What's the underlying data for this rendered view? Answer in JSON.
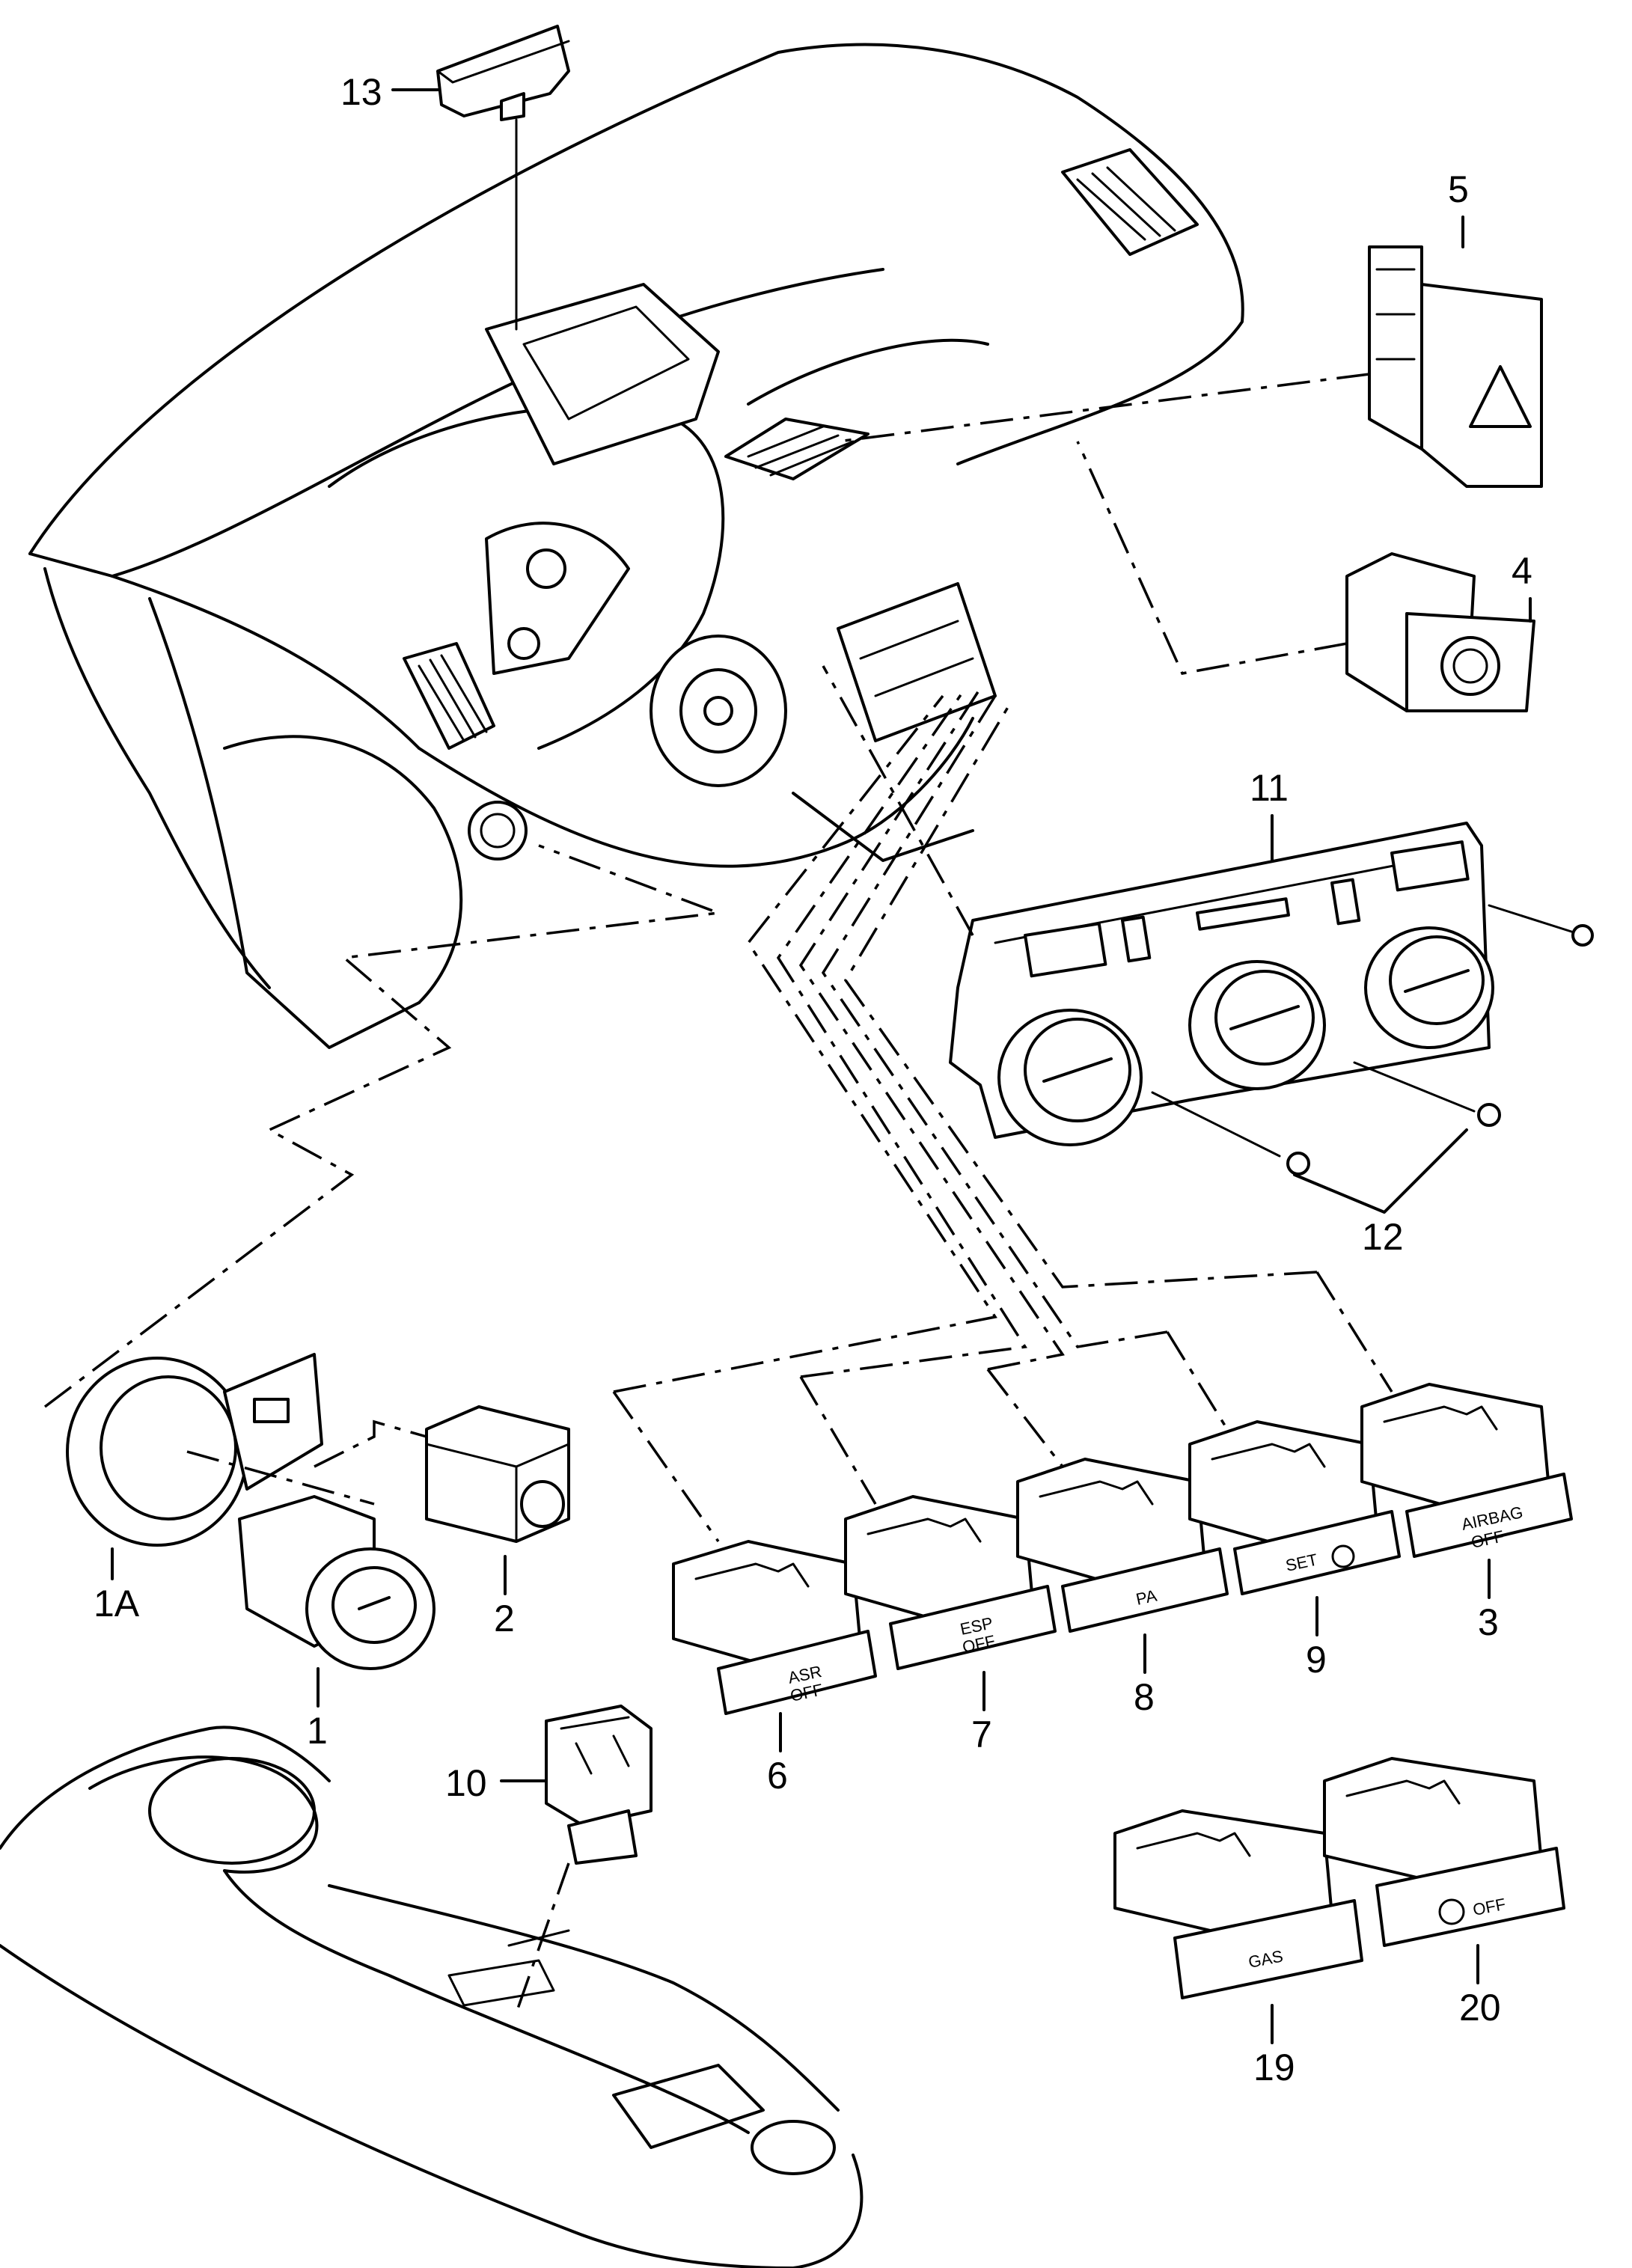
{
  "callouts": {
    "c1": "1",
    "c1A": "1A",
    "c2": "2",
    "c3": "3",
    "c4": "4",
    "c5": "5",
    "c6": "6",
    "c7": "7",
    "c8": "8",
    "c9": "9",
    "c10": "10",
    "c11": "11",
    "c12": "12",
    "c13": "13",
    "c19": "19",
    "c20": "20"
  },
  "switch_caps": {
    "asr_line1": "ASR",
    "asr_line2": "OFF",
    "esp_line1": "ESP",
    "esp_line2": "OFF",
    "pa": "PA",
    "set": "SET",
    "airbag_line1": "AIRBAG",
    "airbag_line2": "OFF",
    "gas": "GAS",
    "auto_off": "OFF"
  },
  "icons": {
    "hazard": "hazard-triangle-icon",
    "tpms": "tire-pressure-icon",
    "start_stop": "auto-start-stop-icon"
  }
}
